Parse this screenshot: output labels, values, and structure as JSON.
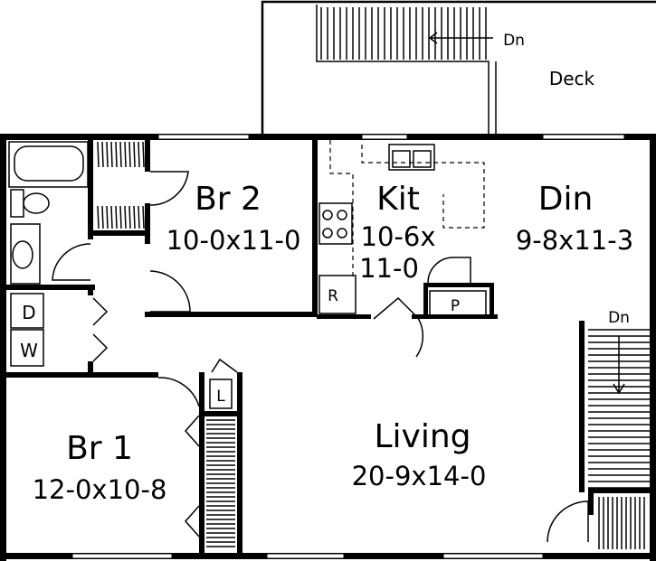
{
  "rooms": {
    "deck": {
      "name": "Deck"
    },
    "br2": {
      "name": "Br 2",
      "size": "10-0x11-0"
    },
    "kit": {
      "name": "Kit",
      "size_line1": "10-6x",
      "size_line2": "11-0"
    },
    "din": {
      "name": "Din",
      "size": "9-8x11-3"
    },
    "living": {
      "name": "Living",
      "size": "20-9x14-0"
    },
    "br1": {
      "name": "Br 1",
      "size": "12-0x10-8"
    }
  },
  "labels": {
    "deck_stairs": "Dn",
    "living_stairs": "Dn",
    "refrigerator": "R",
    "pantry": "P",
    "linen": "L",
    "dryer": "D",
    "washer": "W"
  }
}
